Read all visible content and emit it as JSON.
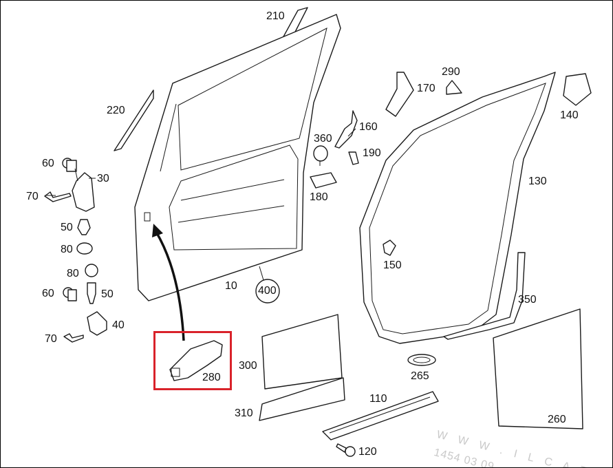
{
  "labels": {
    "p10": "10",
    "p30": "30",
    "p40": "40",
    "p50a": "50",
    "p50b": "50",
    "p60a": "60",
    "p60b": "60",
    "p70a": "70",
    "p70b": "70",
    "p80a": "80",
    "p80b": "80",
    "p110": "110",
    "p120": "120",
    "p130": "130",
    "p140": "140",
    "p150": "150",
    "p160": "160",
    "p170": "170",
    "p180": "180",
    "p190": "190",
    "p210": "210",
    "p220": "220",
    "p260": "260",
    "p265": "265",
    "p280": "280",
    "p290": "290",
    "p300": "300",
    "p310": "310",
    "p350": "350",
    "p360": "360",
    "p400": "400"
  },
  "watermark": {
    "line1": "W W W . I L C A T",
    "line2": "1454 03 09"
  },
  "colors": {
    "highlight": "#d9222a",
    "line": "#1a1a1a",
    "watermark": "#c9c9c9"
  }
}
